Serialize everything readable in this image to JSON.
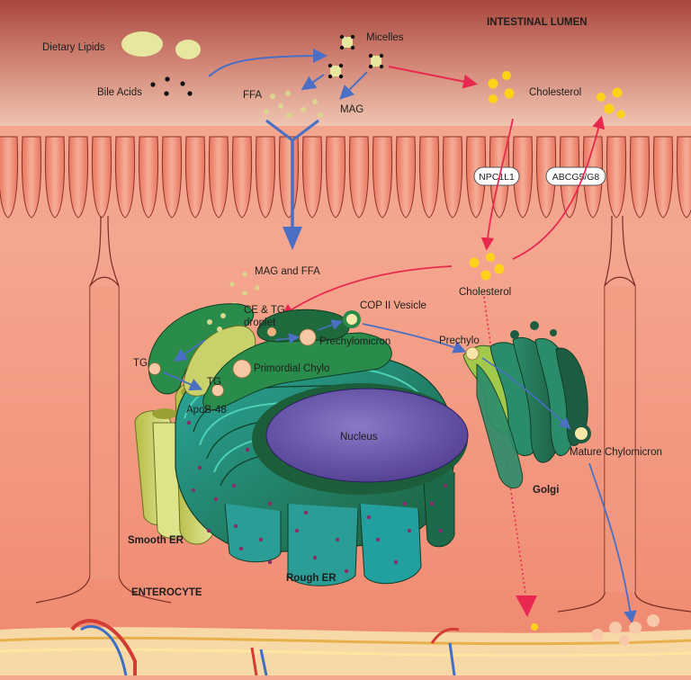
{
  "regions": {
    "lumen": "INTESTINAL LUMEN",
    "cell": "ENTEROCYTE"
  },
  "labels": {
    "dietary_lipids": "Dietary Lipids",
    "bile_acids": "Bile Acids",
    "micelles": "Micelles",
    "ffa": "FFA",
    "mag": "MAG",
    "cholesterol_lumen": "Cholesterol",
    "npc1l1": "NPC1L1",
    "abcg5g8": "ABCG5/G8",
    "cholesterol_cell": "Cholesterol",
    "mag_ffa": "MAG and FFA",
    "ce_tg_1": "CE & TG",
    "ce_tg_2": "droplet",
    "cop2": "COP II Vesicle",
    "prechylomicron": "Prechylomicron",
    "prechylo": "Prechylo",
    "tg1": "TG",
    "tg2": "TG",
    "primordial": "Primordial Chylo",
    "apob48": "ApoB-48",
    "nucleus": "Nucleus",
    "mature": "Mature Chylomicron",
    "golgi": "Golgi",
    "smooth_er": "Smooth ER",
    "rough_er": "Rough ER"
  },
  "colors": {
    "lumen_top": "#b5544c",
    "lumen_bottom": "#f0c6b0",
    "cytoplasm": "#f4a88d",
    "blue_arrow": "#4a6fc4",
    "red_arrow": "#e8284f",
    "cholesterol": "#ffd21a",
    "lipid": "#e8e7a0",
    "er_green": "#1f6a3c",
    "er_teal": "#2a9d96",
    "smooth_er": "#d4d86a",
    "nucleus": "#6a56a6"
  }
}
